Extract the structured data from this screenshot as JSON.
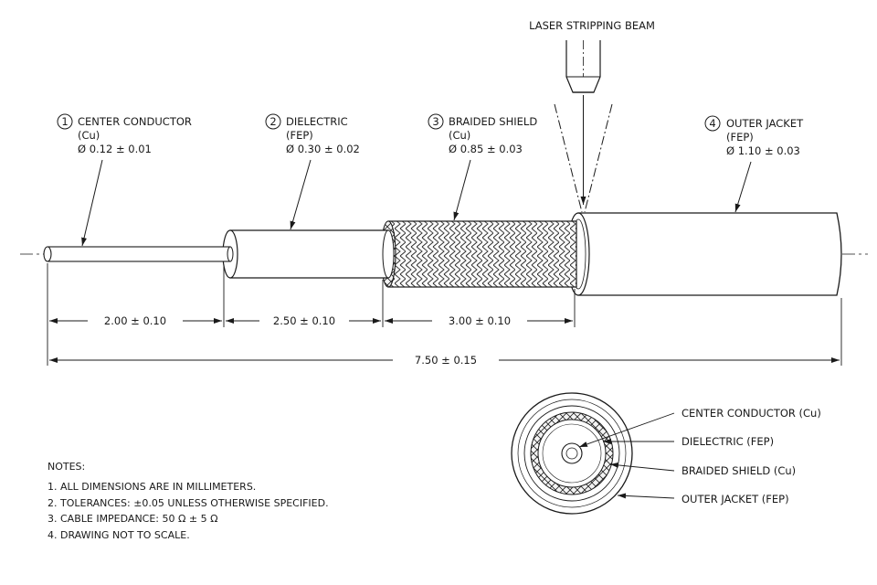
{
  "beam": {
    "label": "LASER STRIPPING BEAM"
  },
  "callouts": [
    {
      "num": "1",
      "name": "CENTER CONDUCTOR",
      "material": "(Cu)",
      "dia": "Ø  0.12 ± 0.01"
    },
    {
      "num": "2",
      "name": "DIELECTRIC",
      "material": "(FEP)",
      "dia": "Ø  0.30 ± 0.02"
    },
    {
      "num": "3",
      "name": "BRAIDED SHIELD",
      "material": "(Cu)",
      "dia": "Ø  0.85 ± 0.03"
    },
    {
      "num": "4",
      "name": "OUTER JACKET",
      "material": "(FEP)",
      "dia": "Ø  1.10 ± 0.03"
    }
  ],
  "dimensions": {
    "seg1": "2.00 ± 0.10",
    "seg2": "2.50 ± 0.10",
    "seg3": "3.00 ± 0.10",
    "overall": "7.50 ± 0.15"
  },
  "section_labels": [
    "CENTER CONDUCTOR (Cu)",
    "DIELECTRIC (FEP)",
    "BRAIDED SHIELD (Cu)",
    "OUTER JACKET (FEP)"
  ],
  "notes": {
    "title": "NOTES:",
    "items": [
      "1.  ALL DIMENSIONS ARE IN MILLIMETERS.",
      "2.  TOLERANCES:  ±0.05 UNLESS OTHERWISE SPECIFIED.",
      "3.  CABLE IMPEDANCE: 50 Ω ± 5 Ω",
      "4.  DRAWING NOT TO SCALE."
    ]
  }
}
